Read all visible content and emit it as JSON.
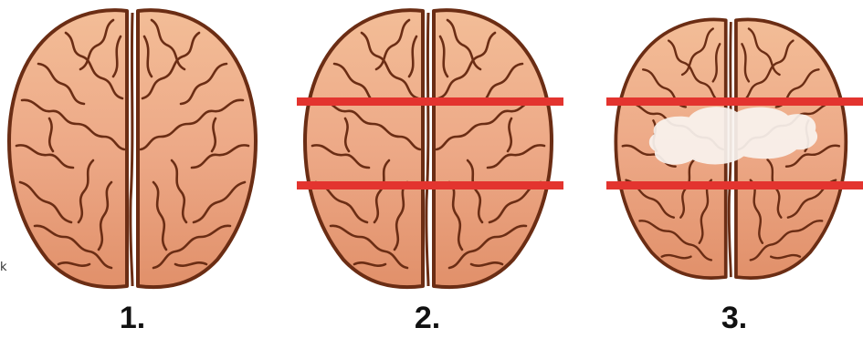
{
  "steps": [
    {
      "label": "1."
    },
    {
      "label": "2."
    },
    {
      "label": "3."
    }
  ],
  "edge_mark": "k",
  "colors": {
    "brain_fill": "#e8a07a",
    "brain_light": "#f4c3a0",
    "outline": "#6b2d14",
    "cut_line": "#e3342f",
    "lesion": "#f8f3ef"
  }
}
